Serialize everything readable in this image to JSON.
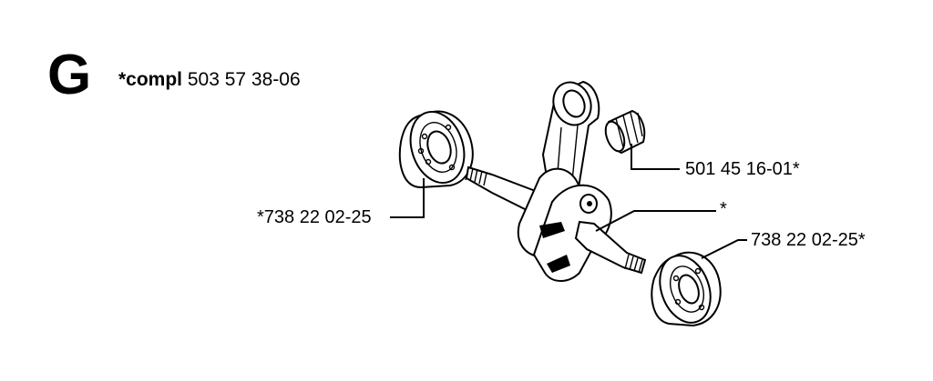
{
  "section": {
    "letter": "G"
  },
  "title": {
    "prefix": "*compl",
    "number": "503 57 38-06"
  },
  "callouts": {
    "needle_bearing": "501 45 16-01*",
    "left_bearing": "*738 22 02-25",
    "crankshaft": "*",
    "right_bearing": "738 22 02-25*"
  },
  "colors": {
    "ink": "#000000",
    "paper": "#ffffff"
  }
}
